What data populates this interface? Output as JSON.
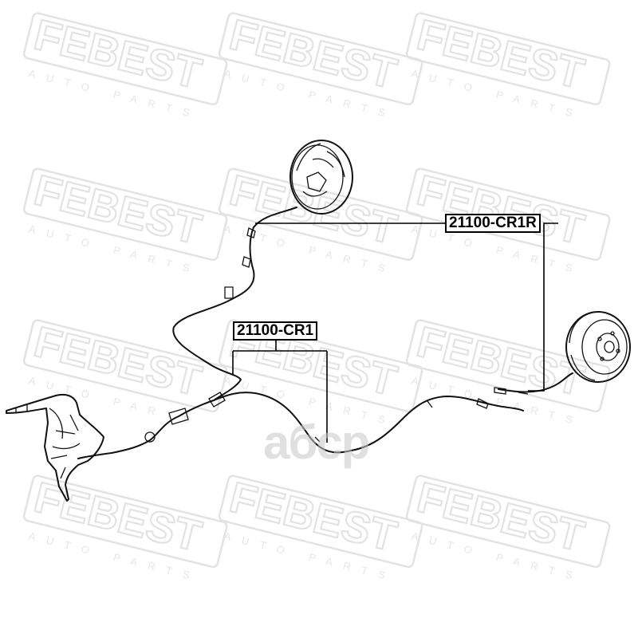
{
  "watermark": {
    "brand": "FEBEST",
    "subtitle": "AUTO PARTS"
  },
  "center_logo": "aбcp",
  "parts": [
    {
      "id": "21100-CR1R"
    },
    {
      "id": "21100-CR1"
    }
  ]
}
